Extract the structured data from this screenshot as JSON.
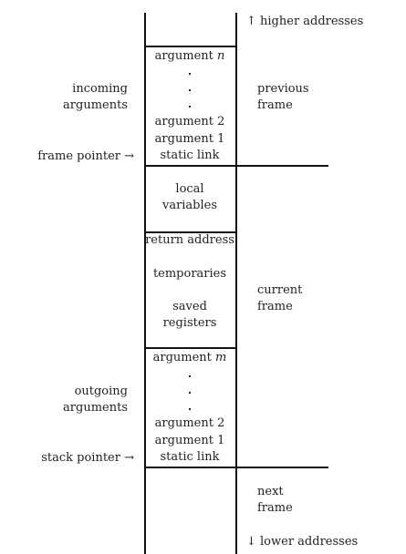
{
  "right": {
    "higher": "↑ higher addresses",
    "prev1": "previous",
    "prev2": "frame",
    "cur1": "current",
    "cur2": "frame",
    "next1": "next",
    "next2": "frame",
    "lower": "↓ lower addresses"
  },
  "left": {
    "incoming1": "incoming",
    "incoming2": "arguments",
    "frame_pointer": "frame pointer →",
    "outgoing1": "outgoing",
    "outgoing2": "arguments",
    "stack_pointer": "stack pointer →"
  },
  "stack": {
    "arg_n_prefix": "argument ",
    "arg_n_var": "n",
    "arg2_top": "argument 2",
    "arg1_top": "argument 1",
    "static_top": "static link",
    "local1": "local",
    "local2": "variables",
    "return_addr": "return address",
    "temporaries": "temporaries",
    "saved1": "saved",
    "saved2": "registers",
    "arg_m_prefix": "argument ",
    "arg_m_var": "m",
    "arg2_bot": "argument 2",
    "arg1_bot": "argument 1",
    "static_bot": "static link"
  }
}
